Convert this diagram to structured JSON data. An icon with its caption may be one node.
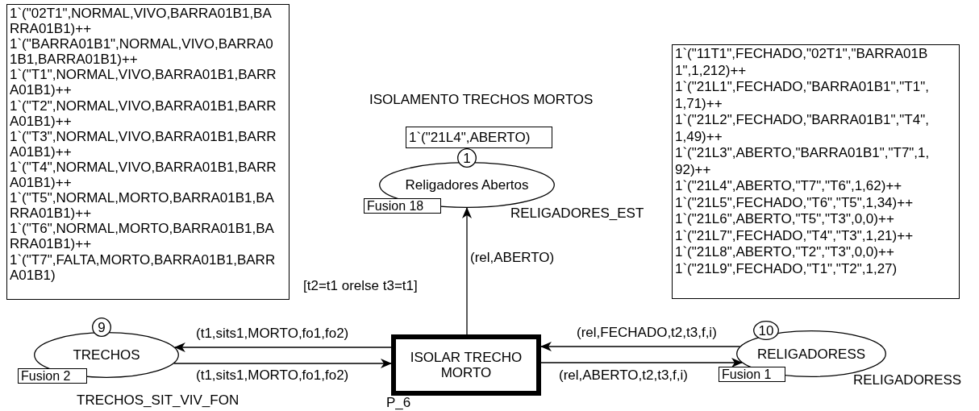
{
  "diagram": {
    "nodes": [
      {
        "text": [
          "1`(\"02T1\",NORMAL,VIVO,BARRA01B1,BARRA01B1)++ 1`(\"BARRA01B1\",NORMAL,VIVO,BARRA01B1,BARRA01B1)++ 1`(\"T1\",NORMAL,VIVO,BARRA01B1,BARRA01B1)++ 1`(\"T2\",NORMAL,VIVO,BARRA01B1,BARRA01B1)++ 1`(\"T3\",NORMAL,VIVO,BARRA01B1,BARRA01B1)++ 1`(\"T4\",NORMAL,VIVO,BARRA01B1,BARRA01B1)++ 1`(\"T5\",NORMAL,MORTO,BARRA01B1,BARRA01B1)++ 1`(\"T6\",NORMAL,MORTO,BARRA01B1,BARRA01B1)++ 1`(\"T7\",FALTA,MORTO,BARRA01B1,BARRA01B1)"
        ]
      },
      {
        "text": [
          "1`(\"11T1\",FECHADO,\"02T1\",\"BARRA01B1\",1,212)++ 1`(\"21L1\",FECHADO,\"BARRA01B1\",\"T1\",1,71)++ 1`(\"21L2\",FECHADO,\"BARRA01B1\",\"T4\",1,49)++ 1`(\"21L3\",ABERTO,\"BARRA01B1\",\"T7\",1,92)++ 1`(\"21L4\",ABERTO,\"T7\",\"T6\",1,62)++ 1`(\"21L5\",FECHADO,\"T6\",\"T5\",1,34)++ 1`(\"21L6\",ABERTO,\"T5\",\"T3\",0,0)++ 1`(\"21L7\",FECHADO,\"T4\",\"T3\",1,21)++ 1`(\"21L8\",ABERTO,\"T2\",\"T3\",0,0)++ 1`(\"21L9\",FECHADO,\"T1\",\"T2\",1,27)"
        ]
      },
      {
        "text": [
          "1`(\"21L4\",ABERTO)"
        ]
      },
      {
        "text": [
          "1"
        ]
      },
      {
        "text": [
          "Religadores Abertos"
        ],
        "beside": [
          "RELIGADORES_EST"
        ]
      },
      {
        "text": [
          "Fusion 18"
        ]
      },
      {
        "text": [
          "9"
        ]
      },
      {
        "text": [
          "TRECHOS"
        ],
        "beside": [
          "TRECHOS_SIT_VIV_FON"
        ]
      },
      {
        "text": [
          "Fusion 2"
        ]
      },
      {
        "text": [
          "ISOLAR TRECHO MORTO"
        ],
        "beside": [
          "P_6"
        ]
      },
      {
        "text": [
          "10"
        ]
      },
      {
        "text": [
          "RELIGADORESS"
        ],
        "beside": [
          "RELIGADORESS"
        ]
      },
      {
        "text": [
          "Fusion 1"
        ]
      }
    ],
    "edges": [
      {
        "from": 9,
        "to": 4,
        "arrow": "to",
        "label": "(rel,ABERTO)"
      },
      {
        "from": 9,
        "to": 7,
        "arrow": "to",
        "label": "(t1,sits1,MORTO,fo1,fo2)"
      },
      {
        "from": 7,
        "to": 9,
        "arrow": "to",
        "label": "(t1,sits1,MORTO,fo1,fo2)"
      },
      {
        "from": 11,
        "to": 9,
        "arrow": "to",
        "label": "(rel,FECHADO,t2,t3,f,i)"
      },
      {
        "from": 9,
        "to": 11,
        "arrow": "to",
        "label": "(rel,ABERTO,t2,t3,f,i)"
      }
    ],
    "labels": [
      "ISOLAMENTO TRECHOS MORTOS",
      "[t2=t1 orelse t3=t1]"
    ]
  }
}
